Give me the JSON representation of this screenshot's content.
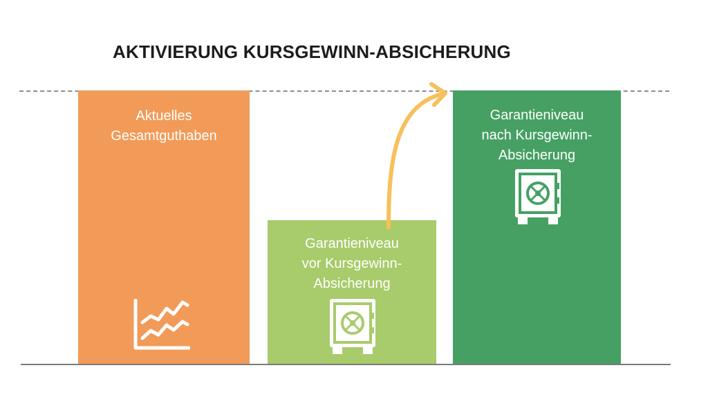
{
  "title": "AKTIVIERUNG KURSGEWINN-ABSICHERUNG",
  "bars": [
    {
      "label": "Aktuelles\nGesamtguthaben",
      "icon": "chart-icon",
      "color": "#f29b58"
    },
    {
      "label": "Garantieniveau\nvor Kursgewinn-\nAbsicherung",
      "icon": "safe-icon",
      "color": "#a8cb6b"
    },
    {
      "label": "Garantieniveau\nnach Kursgewinn-\nAbsicherung",
      "icon": "safe-icon",
      "color": "#46a064"
    }
  ],
  "arrow_color": "#f7c05a"
}
